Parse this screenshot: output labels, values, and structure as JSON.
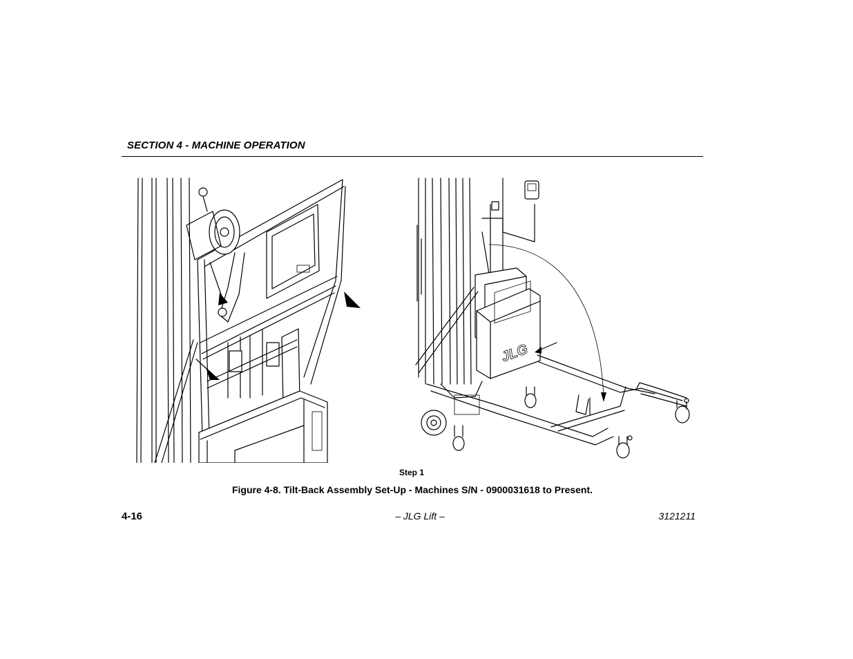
{
  "header": {
    "section_title": "SECTION 4 - MACHINE OPERATION"
  },
  "figure": {
    "step_label": "Step 1",
    "caption": "Figure 4-8. Tilt-Back Assembly Set-Up - Machines S/N - 0900031618 to Present.",
    "brand_mark": "JLG"
  },
  "footer": {
    "page_number": "4-16",
    "center_text": "– JLG Lift –",
    "doc_number": "3121211"
  }
}
